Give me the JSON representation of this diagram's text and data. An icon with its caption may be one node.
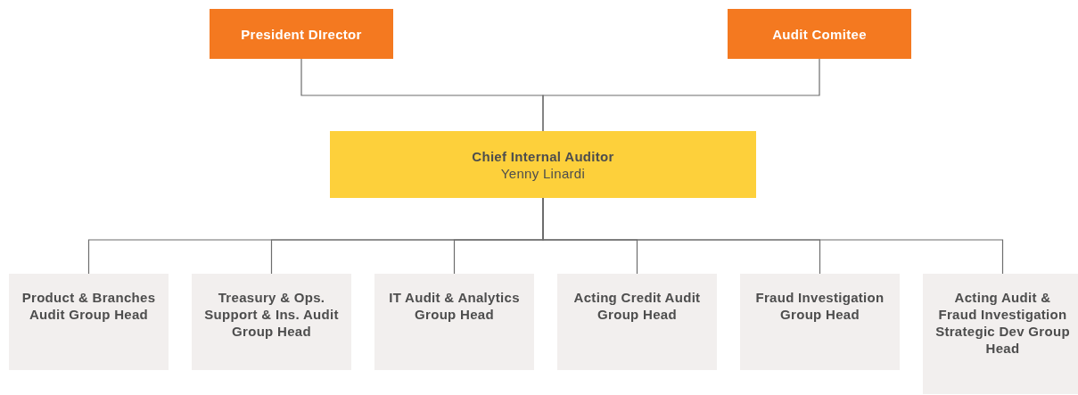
{
  "diagram": {
    "nodes": [
      {
        "text": [
          "President DIrector"
        ]
      },
      {
        "text": [
          "Audit Comitee"
        ]
      },
      {
        "text": [
          "Chief Internal Auditor",
          "Yenny Linardi"
        ]
      },
      {
        "text": [
          "Product & Branches Audit Group Head"
        ]
      },
      {
        "text": [
          "Treasury & Ops. Support & Ins. Audit Group Head"
        ]
      },
      {
        "text": [
          "IT Audit & Analytics Group Head"
        ]
      },
      {
        "text": [
          "Acting Credit Audit Group Head"
        ]
      },
      {
        "text": [
          "Fraud Investigation Group Head"
        ]
      },
      {
        "text": [
          "Acting Audit & Fraud Investigation Strategic Dev Group Head"
        ]
      }
    ],
    "edges": [
      {
        "from": 0,
        "to": 2,
        "arrow": "none"
      },
      {
        "from": 1,
        "to": 2,
        "arrow": "none"
      },
      {
        "from": 2,
        "to": 3,
        "arrow": "none"
      },
      {
        "from": 2,
        "to": 4,
        "arrow": "none"
      },
      {
        "from": 2,
        "to": 5,
        "arrow": "none"
      },
      {
        "from": 2,
        "to": 6,
        "arrow": "none"
      },
      {
        "from": 2,
        "to": 7,
        "arrow": "none"
      },
      {
        "from": 2,
        "to": 8,
        "arrow": "none"
      }
    ]
  }
}
